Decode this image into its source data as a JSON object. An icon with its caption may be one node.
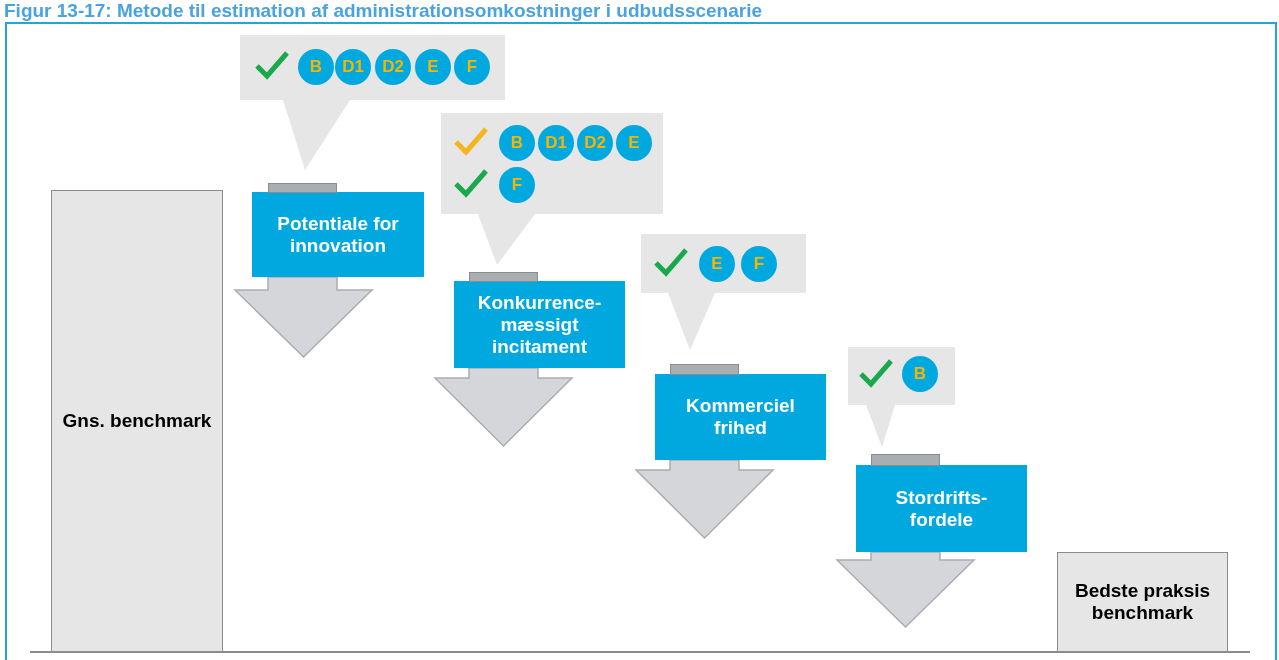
{
  "diagram": {
    "title": "Figur 13-17: Metode til estimation af administrationsomkostninger i udbudsscenarie",
    "nodes": [
      {
        "text": [
          "Gns. benchmark"
        ]
      },
      {
        "text": [],
        "shape": "box"
      },
      {
        "text": [
          "B"
        ],
        "in": 1
      },
      {
        "text": [
          "D1"
        ],
        "in": 1
      },
      {
        "text": [
          "D2"
        ],
        "in": 1
      },
      {
        "text": [
          "E"
        ],
        "in": 1
      },
      {
        "text": [
          "F"
        ],
        "in": 1
      },
      {
        "text": [
          "Potentiale for innovation"
        ]
      },
      {
        "text": [],
        "shape": "box"
      },
      {
        "text": [
          "B"
        ],
        "in": 8
      },
      {
        "text": [
          "D1"
        ],
        "in": 8
      },
      {
        "text": [
          "D2"
        ],
        "in": 8
      },
      {
        "text": [
          "E"
        ],
        "in": 8
      },
      {
        "text": [
          "F"
        ],
        "in": 8
      },
      {
        "text": [
          "Konkurrence- mæssigt incitament"
        ]
      },
      {
        "text": [],
        "shape": "box"
      },
      {
        "text": [
          "E"
        ],
        "in": 15
      },
      {
        "text": [
          "F"
        ],
        "in": 15
      },
      {
        "text": [
          "Kommerciel frihed"
        ]
      },
      {
        "text": [],
        "shape": "box"
      },
      {
        "text": [
          "B"
        ],
        "in": 19
      },
      {
        "text": [
          "Stordrifts- fordele"
        ]
      },
      {
        "text": [
          "Bedste praksis benchmark"
        ]
      }
    ]
  }
}
